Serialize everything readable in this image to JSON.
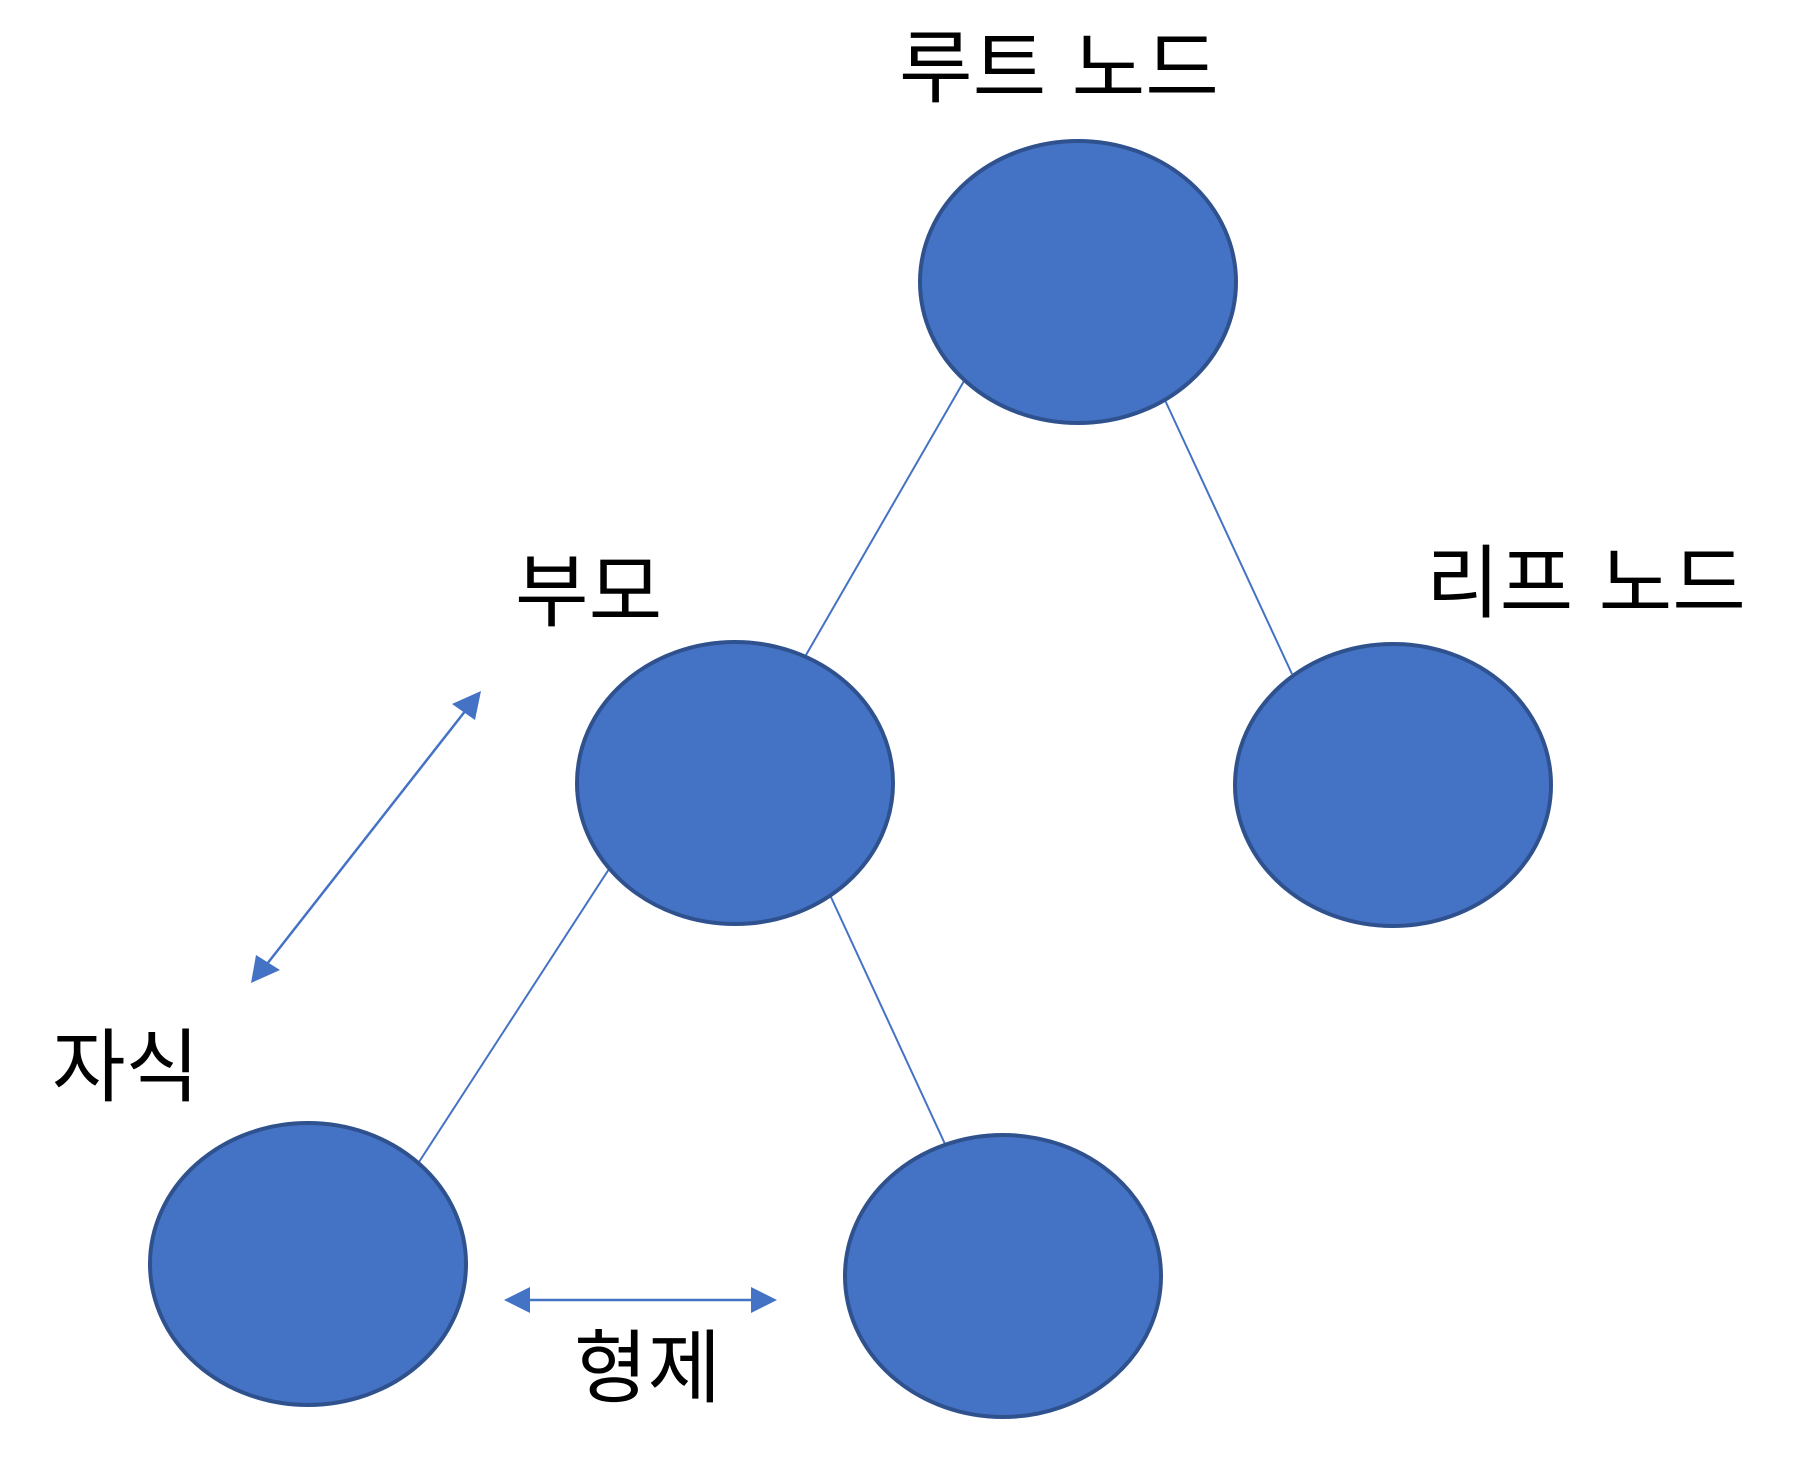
{
  "labels": {
    "root_node": "루트 노드",
    "parent": "부모",
    "leaf_node": "리프 노드",
    "child": "자식",
    "sibling": "형제"
  },
  "colors": {
    "node_fill": "#4472c4",
    "node_stroke": "#2f528f",
    "edge": "#4472c4",
    "text": "#000000"
  }
}
